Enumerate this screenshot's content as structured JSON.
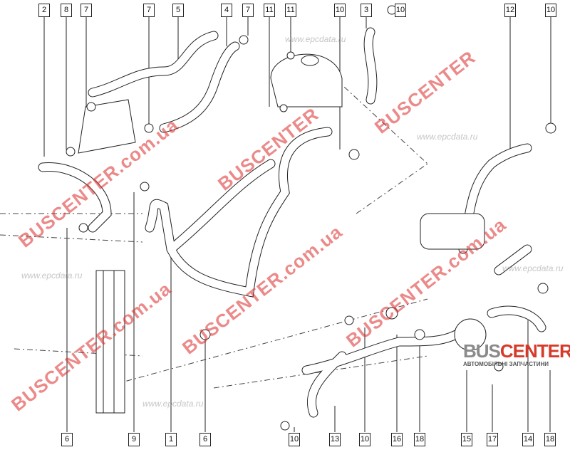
{
  "diagram": {
    "top_callouts": [
      "2",
      "8",
      "7",
      "7",
      "5",
      "4",
      "7",
      "11",
      "11",
      "10",
      "3",
      "10",
      "12",
      "10"
    ],
    "bottom_callouts": [
      "6",
      "9",
      "1",
      "6",
      "10",
      "13",
      "10",
      "16",
      "18",
      "15",
      "17",
      "14",
      "18"
    ]
  },
  "watermarks": {
    "brand": "BUSCENTER",
    "brand_site": "BUSCENTER.com.ua",
    "epc_site": "www.epcdata.ru"
  },
  "logo": {
    "name_gray": "BUS",
    "name_red": "CENTER",
    "subtitle": "АВТОМОБІЛЬНІ ЗАПЧАСТИНИ"
  },
  "colors": {
    "watermark": "#dc2828",
    "line": "#222222"
  }
}
